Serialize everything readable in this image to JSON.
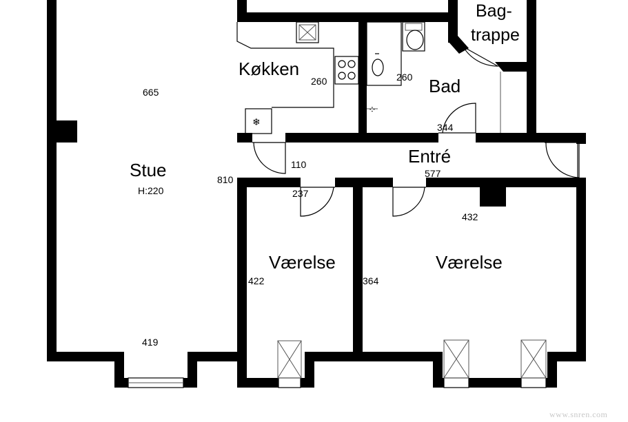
{
  "rooms": {
    "kitchen": "Køkken",
    "bathroom": "Bad",
    "back_stairs_line1": "Bag-",
    "back_stairs_line2": "trappe",
    "hallway": "Entré",
    "living": "Stue",
    "living_height": "H:220",
    "bedroom_left": "Værelse",
    "bedroom_right": "Værelse"
  },
  "dimensions": {
    "living_top": "665",
    "living_side": "810",
    "living_bottom": "419",
    "kitchen": "260",
    "bathroom": "260",
    "bathroom_bottom": "344",
    "hall_small": "110",
    "hall_length": "577",
    "bedroom_left_door": "237",
    "bedroom_left_side": "422",
    "bedroom_right_side": "364",
    "bedroom_right_top": "432"
  },
  "watermark": "www.snren.com"
}
